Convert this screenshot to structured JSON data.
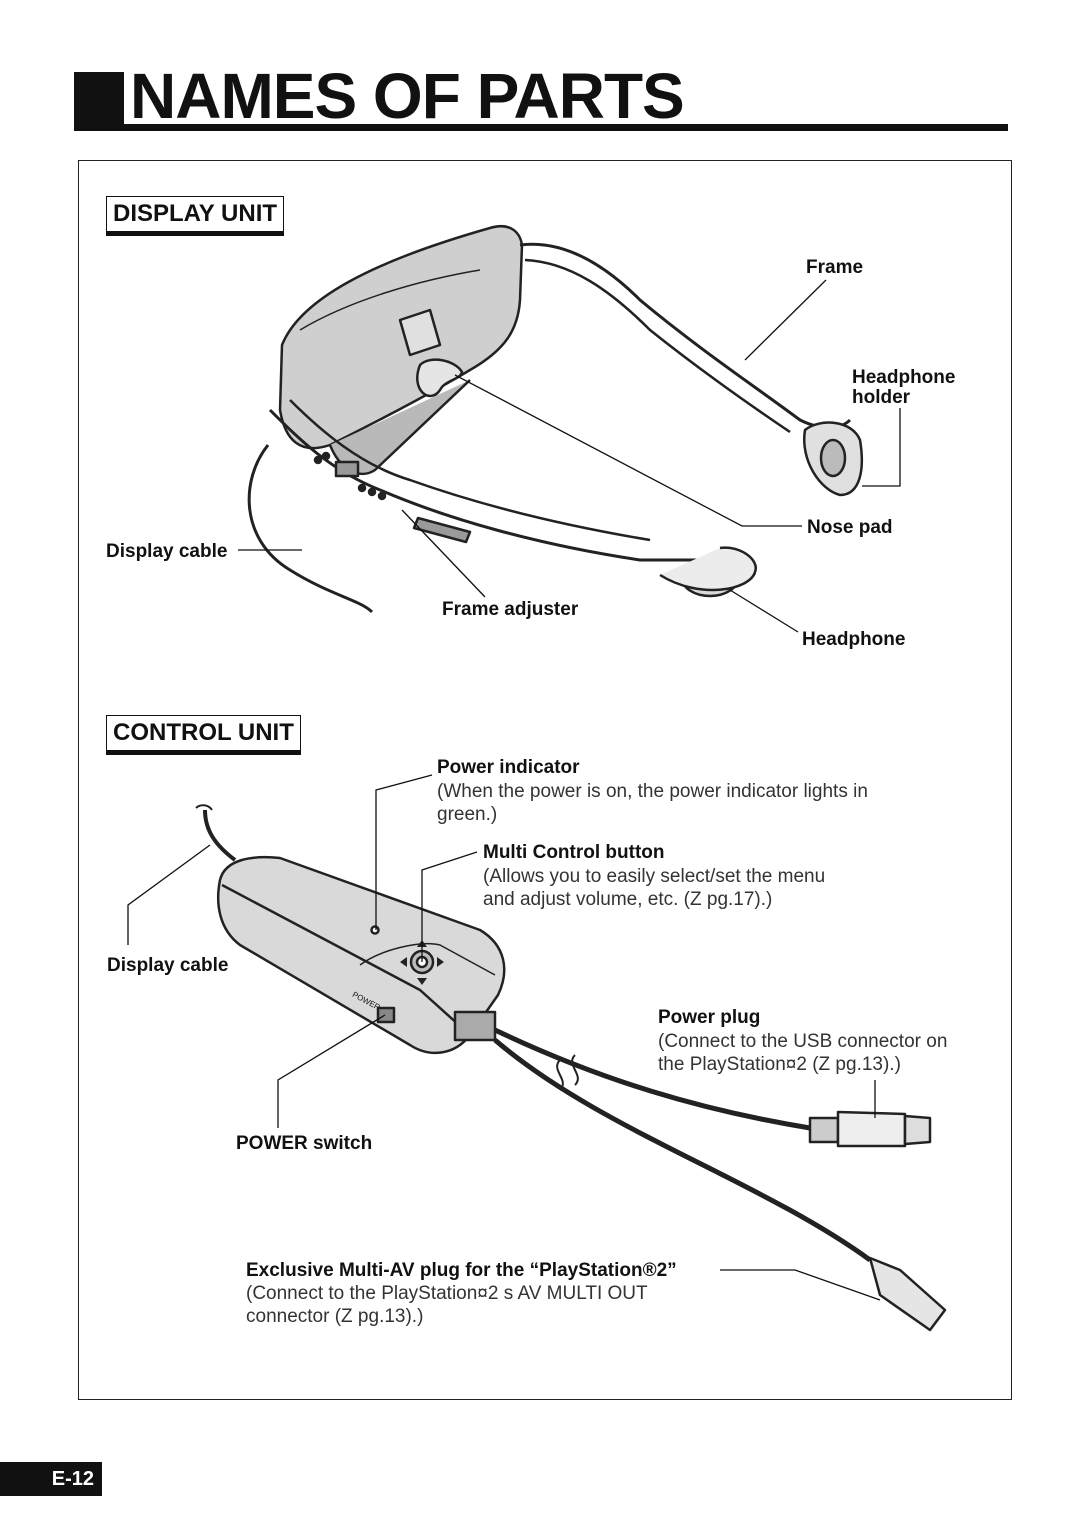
{
  "title": "NAMES OF PARTS",
  "display_unit": {
    "heading": "DISPLAY UNIT",
    "labels": {
      "frame": "Frame",
      "headphone_holder_1": "Headphone",
      "headphone_holder_2": "holder",
      "nose_pad": "Nose pad",
      "display_cable": "Display cable",
      "frame_adjuster": "Frame adjuster",
      "headphone": "Headphone"
    }
  },
  "control_unit": {
    "heading": "CONTROL UNIT",
    "power_indicator": {
      "label": "Power indicator",
      "desc_1": "(When the power is on, the power indicator lights in",
      "desc_2": "green.)"
    },
    "multi_control": {
      "label": "Multi Control button",
      "desc_1": "(Allows you to easily select/set the menu",
      "desc_2": "and adjust volume, etc. (Z  pg.17).)"
    },
    "display_cable": "Display cable",
    "power_plug": {
      "label": "Power plug",
      "desc_1": "(Connect to the USB connector on",
      "desc_2": "the  PlayStation¤2  (Z  pg.13).)"
    },
    "power_switch": "POWER switch",
    "device_power_text": "POWER",
    "multi_av": {
      "label": "Exclusive Multi-AV plug for the “PlayStation®2”",
      "desc_1": "(Connect to the  PlayStation¤2 s  AV MULTI OUT",
      "desc_2": "connector  (Z pg.13).)"
    }
  },
  "page_number": "E-12"
}
